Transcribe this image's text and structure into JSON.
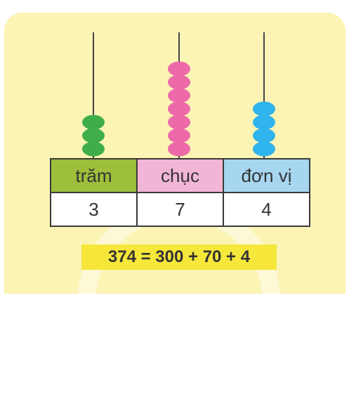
{
  "columns": [
    {
      "label": "trăm",
      "value": "3",
      "bead_count": 3,
      "bead_color": "#3fae49"
    },
    {
      "label": "chục",
      "value": "7",
      "bead_count": 7,
      "bead_color": "#ec6aaa"
    },
    {
      "label": "đơn vị",
      "value": "4",
      "bead_count": 4,
      "bead_color": "#2fb4ee"
    }
  ],
  "equation": "374 = 300 + 70 + 4",
  "colors": {
    "background": "#fbf4b4",
    "tram_header": "#9dbf3b",
    "chuc_header": "#f1b6d6",
    "donvi_header": "#a7d6f0",
    "equation_highlight": "#f6e73a"
  }
}
